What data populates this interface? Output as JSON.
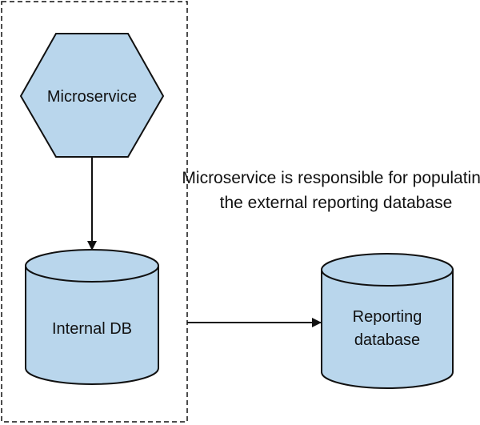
{
  "diagram": {
    "nodes": {
      "microservice": {
        "label": "Microservice",
        "shape": "hexagon"
      },
      "internal_db": {
        "label": "Internal DB",
        "shape": "cylinder"
      },
      "reporting_db": {
        "label_lines": [
          "Reporting",
          "database"
        ],
        "shape": "cylinder"
      }
    },
    "annotation": {
      "lines": [
        "Microservice is responsible for populating",
        "the external reporting database"
      ]
    },
    "edges": [
      {
        "from": "microservice",
        "to": "internal_db"
      },
      {
        "from": "internal_db",
        "to": "reporting_db"
      }
    ],
    "boundary": {
      "style": "dashed",
      "contains": [
        "microservice",
        "internal_db"
      ]
    },
    "colors": {
      "fill": "#b9d6ec",
      "stroke": "#111111",
      "text": "#111111",
      "background": "#ffffff"
    }
  }
}
